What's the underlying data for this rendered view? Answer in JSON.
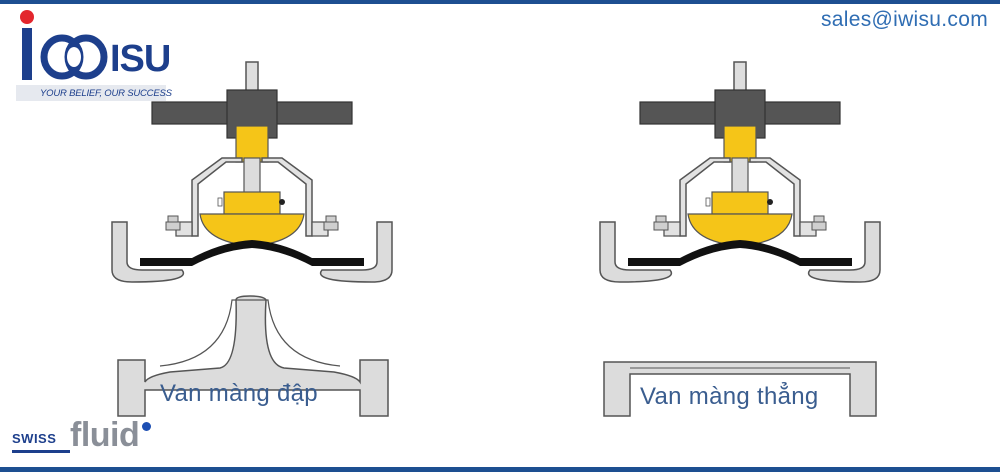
{
  "header": {
    "email": "sales@iwisu.com"
  },
  "logo_iwisu": {
    "brand": "ISU",
    "tagline": "YOUR BELIEF, OUR SUCCESS"
  },
  "logo_swissfluid": {
    "word_swiss": "SWISS",
    "word_fluid": "fluid"
  },
  "diagrams": [
    {
      "label": "Van màng đập"
    },
    {
      "label": "Van màng thẳng"
    }
  ],
  "colors": {
    "brand_blue": "#1d4f91",
    "logo_red": "#e3262d",
    "valve_body": "#dcdcdc",
    "actuator_gray": "#555555",
    "compressor_yellow": "#f5c518",
    "diaphragm_black": "#111111"
  }
}
